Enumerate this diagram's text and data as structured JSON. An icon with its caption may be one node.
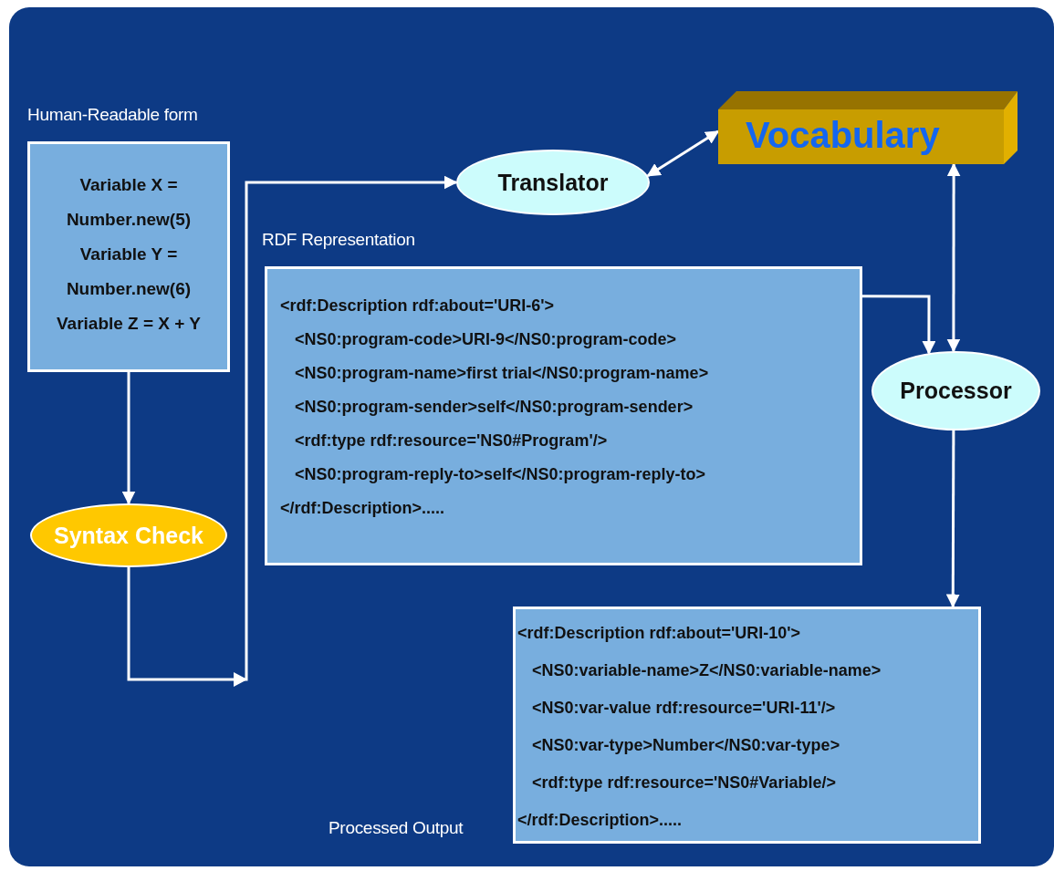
{
  "diagram": {
    "nodes": [
      {
        "text": [
          "Variable X = Number.new(5)",
          "Variable Y = Number.new(6)",
          "Variable Z = X + Y"
        ],
        "beside": [
          "Human-Readable form"
        ]
      },
      {
        "text": [
          "Syntax Check"
        ]
      },
      {
        "text": [
          "Translator"
        ]
      },
      {
        "text": [
          "Vocabulary"
        ]
      },
      {
        "text": [
          "<rdf:Description rdf:about='URI-6'>",
          "<NS0:program-code>URI-9</NS0:program-code>",
          "<NS0:program-name>first trial</NS0:program-name>",
          "<NS0:program-sender>self</NS0:program-sender>",
          "<rdf:type rdf:resource='NS0#Program'/>",
          "<NS0:program-reply-to>self</NS0:program-reply-to>",
          "</rdf:Description>....."
        ],
        "beside": [
          "RDF Representation"
        ]
      },
      {
        "text": [
          "Processor"
        ]
      },
      {
        "text": [
          "<rdf:Description rdf:about='URI-10'>",
          "<NS0:variable-name>Z</NS0:variable-name>",
          "<NS0:var-value rdf:resource='URI-11'/>",
          "<NS0:var-type>Number</NS0:var-type>",
          "<rdf:type rdf:resource='NS0#Variable/>",
          "</rdf:Description>....."
        ],
        "beside": [
          "Processed Output"
        ]
      }
    ],
    "edges": [
      {
        "from": 0,
        "to": 1,
        "arrow": "to"
      },
      {
        "from": 1,
        "to": 2,
        "arrow": "to"
      },
      {
        "from": 2,
        "to": 3,
        "arrow": "both"
      },
      {
        "from": 4,
        "to": 5,
        "arrow": "to"
      },
      {
        "from": 3,
        "to": 5,
        "arrow": "both"
      },
      {
        "from": 5,
        "to": 6,
        "arrow": "to"
      }
    ]
  }
}
